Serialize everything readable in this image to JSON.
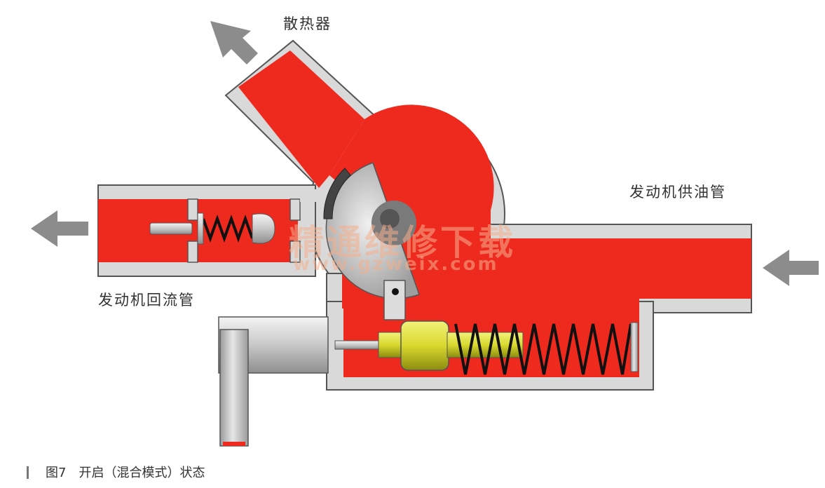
{
  "labels": {
    "radiator": "散热器",
    "engine_supply": "发动机供油管",
    "engine_return": "发动机回流管"
  },
  "caption": {
    "figure_no": "图7",
    "text": "开启（混合模式）状态"
  },
  "watermark": {
    "title": "精通维修下载",
    "url": "www.gzweix.com"
  },
  "colors": {
    "fluid": "#ee2a1f",
    "housing": "#d9d9d9",
    "outline": "#555555",
    "arrow": "#8c8c8c",
    "piston": "#d8d82e"
  }
}
